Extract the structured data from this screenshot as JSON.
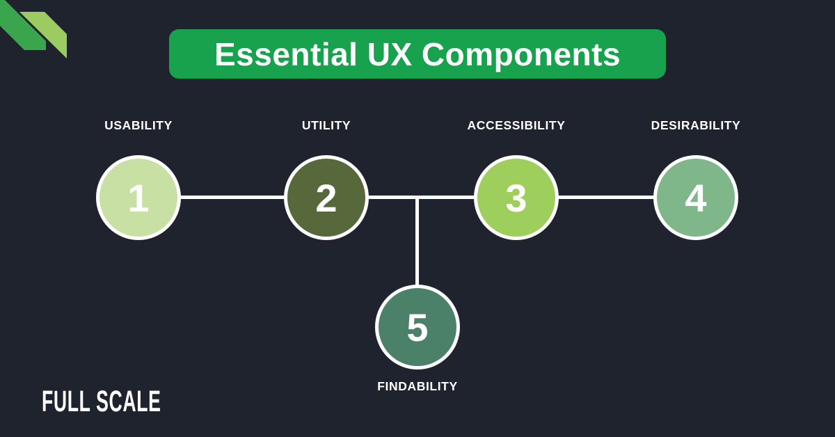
{
  "page": {
    "background": "#1f232d"
  },
  "header": {
    "title": "Essential UX Components",
    "banner_color": "#18a24e"
  },
  "ribbon": {
    "dark_color": "#3ba54d",
    "light_color": "#9bcb61"
  },
  "connector_color": "#ffffff",
  "nodes": [
    {
      "number": "1",
      "label": "USABILITY",
      "color": "#c9e0a5"
    },
    {
      "number": "2",
      "label": "UTILITY",
      "color": "#57693a"
    },
    {
      "number": "3",
      "label": "ACCESSIBILITY",
      "color": "#9ecf5d"
    },
    {
      "number": "4",
      "label": "DESIRABILITY",
      "color": "#7fb78b"
    },
    {
      "number": "5",
      "label": "FINDABILITY",
      "color": "#4a8168"
    }
  ],
  "logo": {
    "text": "FULL SCALE"
  }
}
